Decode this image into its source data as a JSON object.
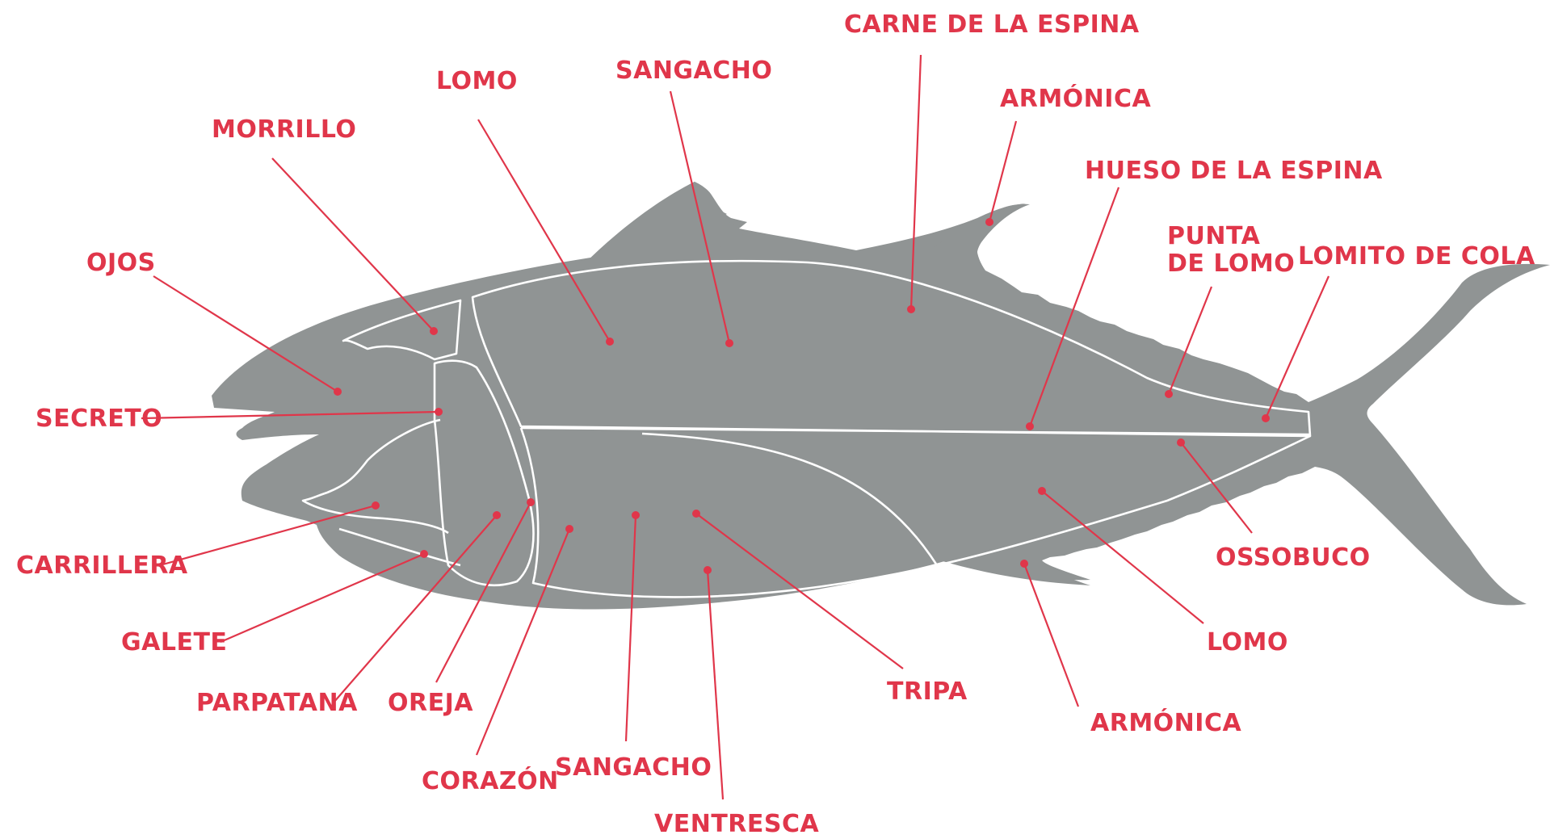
{
  "diagram": {
    "colors": {
      "accent": "#e0364a",
      "fish": "#909494",
      "cut_lines": "#ffffff",
      "background": "#ffffff"
    },
    "labels": {
      "carne_espina": "CARNE DE LA ESPINA",
      "sangacho_top": "SANGACHO",
      "lomo_top": "LOMO",
      "armonica_top": "ARMÓNICA",
      "morrillo": "MORRILLO",
      "hueso_espina": "HUESO DE LA ESPINA",
      "punta_lomo_1": "PUNTA",
      "punta_lomo_2": "DE LOMO",
      "lomito_cola": "LOMITO DE COLA",
      "ojos": "OJOS",
      "secreto": "SECRETO",
      "carrillera": "CARRILLERA",
      "galete": "GALETE",
      "parpatana": "PARPATANA",
      "oreja": "OREJA",
      "corazon": "CORAZÓN",
      "sangacho_bottom": "SANGACHO",
      "ventresca": "VENTRESCA",
      "tripa": "TRIPA",
      "armonica_bottom": "ARMÓNICA",
      "lomo_bottom": "LOMO",
      "ossobuco": "OSSOBUCO"
    }
  }
}
